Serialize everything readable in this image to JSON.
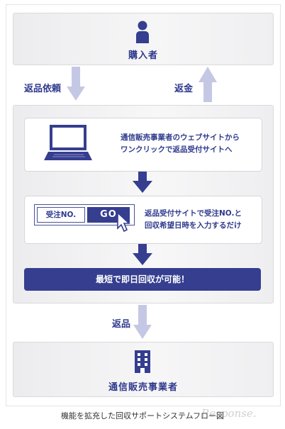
{
  "buyer": {
    "label": "購入者",
    "icon": "person-icon"
  },
  "flows": {
    "return_request": "返品依頼",
    "refund": "返金",
    "return_goods": "返品"
  },
  "steps": [
    {
      "icon": "laptop-icon",
      "lines": [
        "通信販売事業者のウェブサイトから",
        "ワンクリックで返品受付サイトへ"
      ]
    },
    {
      "icon": "order-form-icon",
      "form": {
        "field_label": "受注NO.",
        "button_label": "GO"
      },
      "lines": [
        "返品受付サイトで受注NO.と",
        "回収希望日時を入力するだけ"
      ]
    }
  ],
  "result": {
    "text": "最短で即日回収が可能！"
  },
  "business": {
    "label": "通信販売事業者",
    "icon": "building-icon"
  },
  "caption": "機能を拡充した回収サポートシステムフロー図",
  "watermark": "Response.",
  "colors": {
    "accent": "#353e8f",
    "text": "#2f3a8c",
    "arrow_light": "#c5c8e4",
    "panel": "#f0f0f2"
  }
}
